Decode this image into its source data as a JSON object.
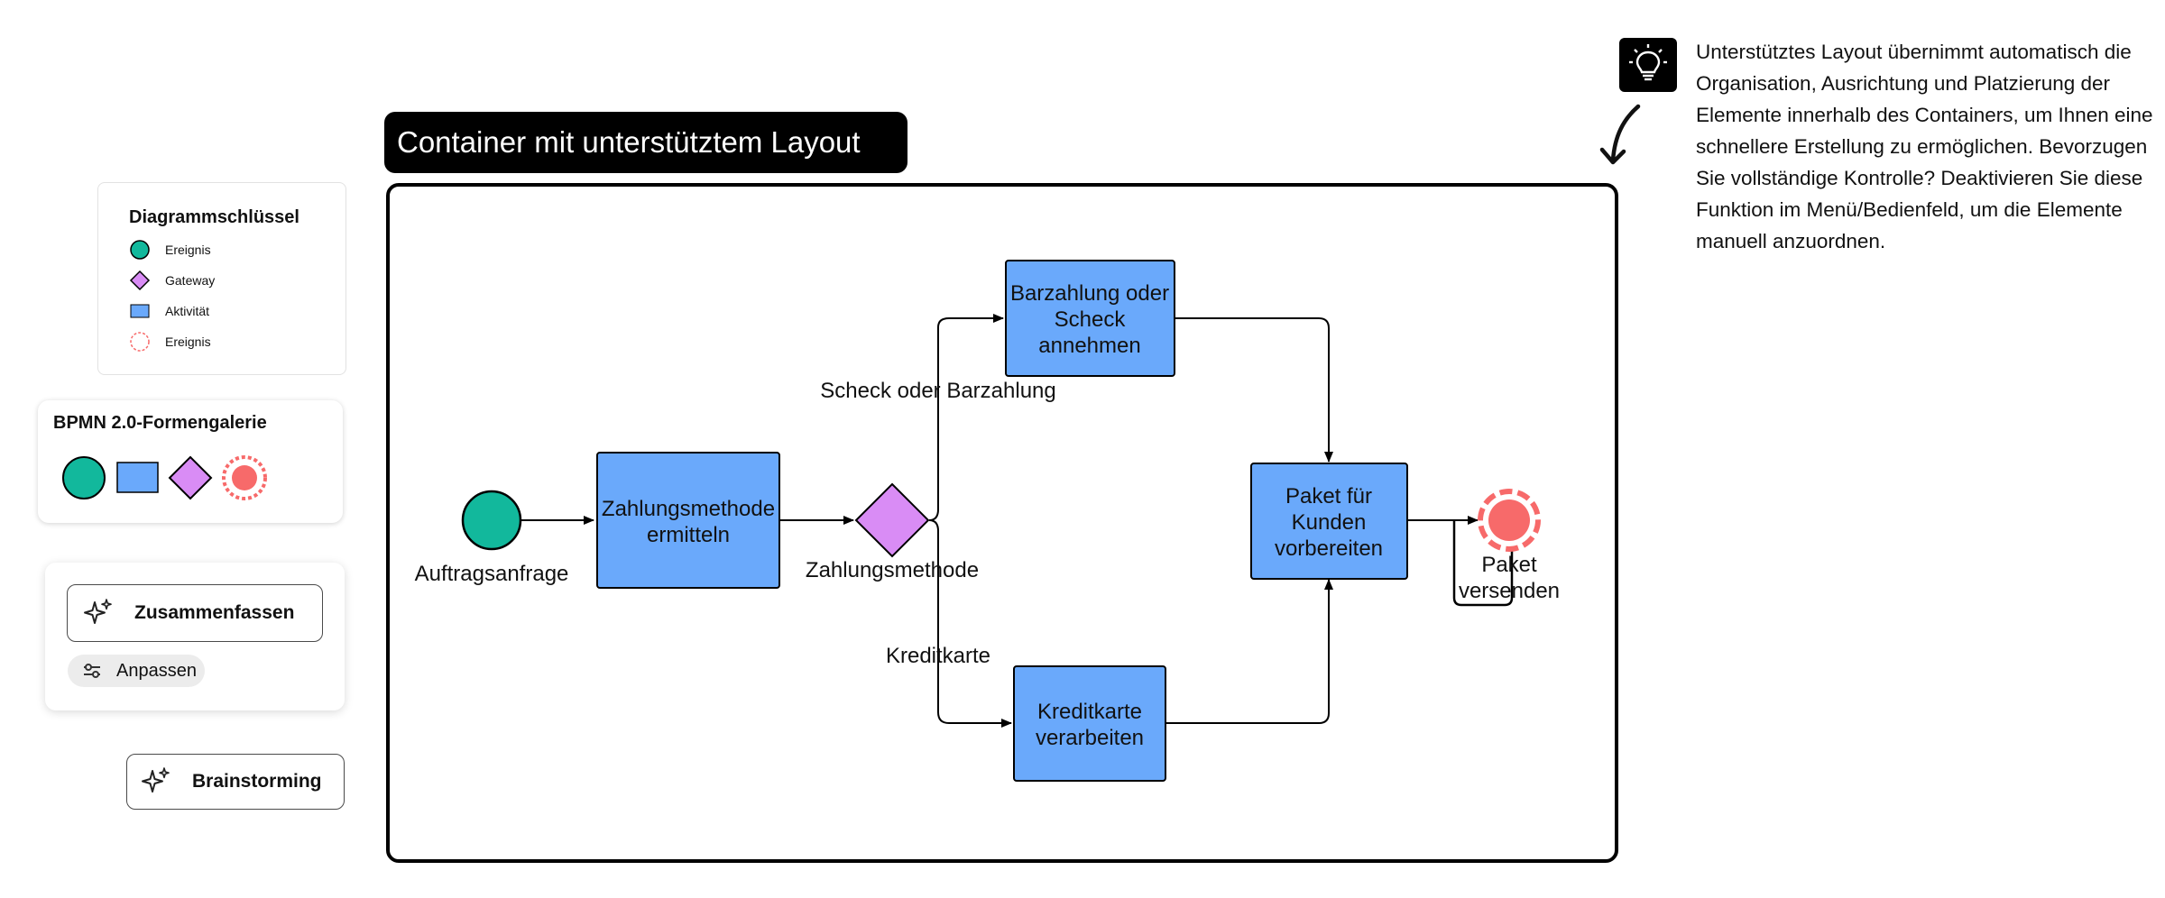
{
  "legend": {
    "title": "Diagrammschlüssel",
    "items": [
      {
        "label": "Ereignis",
        "icon": "start-event-icon",
        "color": "#12b89c"
      },
      {
        "label": "Gateway",
        "icon": "gateway-icon",
        "color": "#d98cf5"
      },
      {
        "label": "Aktivität",
        "icon": "activity-icon",
        "color": "#6aa9fb"
      },
      {
        "label": "Ereignis",
        "icon": "end-event-icon",
        "color": "#f76a6a"
      }
    ]
  },
  "gallery": {
    "title": "BPMN 2.0-Formengalerie"
  },
  "ai_panel": {
    "summarize_label": "Zusammenfassen",
    "adjust_label": "Anpassen"
  },
  "brainstorm": {
    "label": "Brainstorming"
  },
  "container": {
    "title": "Container mit unterstütztem Layout"
  },
  "note": {
    "text": "Unterstütztes Layout übernimmt automatisch die Organisation, Ausrichtung und Platzierung der Elemente innerhalb des Containers, um Ihnen eine schnellere Erstellung zu ermöglichen. Bevorzugen Sie vollständige Kontrolle? Deaktivieren Sie diese Funktion im Menü/Bedienfeld, um die Elemente manuell anzuordnen.",
    "icon": "lightbulb-icon"
  },
  "diagram": {
    "start_label": "Auftragsanfrage",
    "activity_determine": [
      "Zahlungsmethode",
      "ermitteln"
    ],
    "gateway_label": "Zahlungsmethode",
    "edge_cash": "Scheck oder Barzahlung",
    "edge_credit": "Kreditkarte",
    "activity_cash": [
      "Barzahlung oder",
      "Scheck",
      "annehmen"
    ],
    "activity_credit": [
      "Kreditkarte",
      "verarbeiten"
    ],
    "activity_prepare": [
      "Paket für",
      "Kunden",
      "vorbereiten"
    ],
    "end_label": [
      "Paket",
      "versenden"
    ],
    "colors": {
      "event": "#12b89c",
      "gateway": "#d98cf5",
      "activity": "#6aa9fb",
      "end_event": "#f76a6a"
    }
  }
}
